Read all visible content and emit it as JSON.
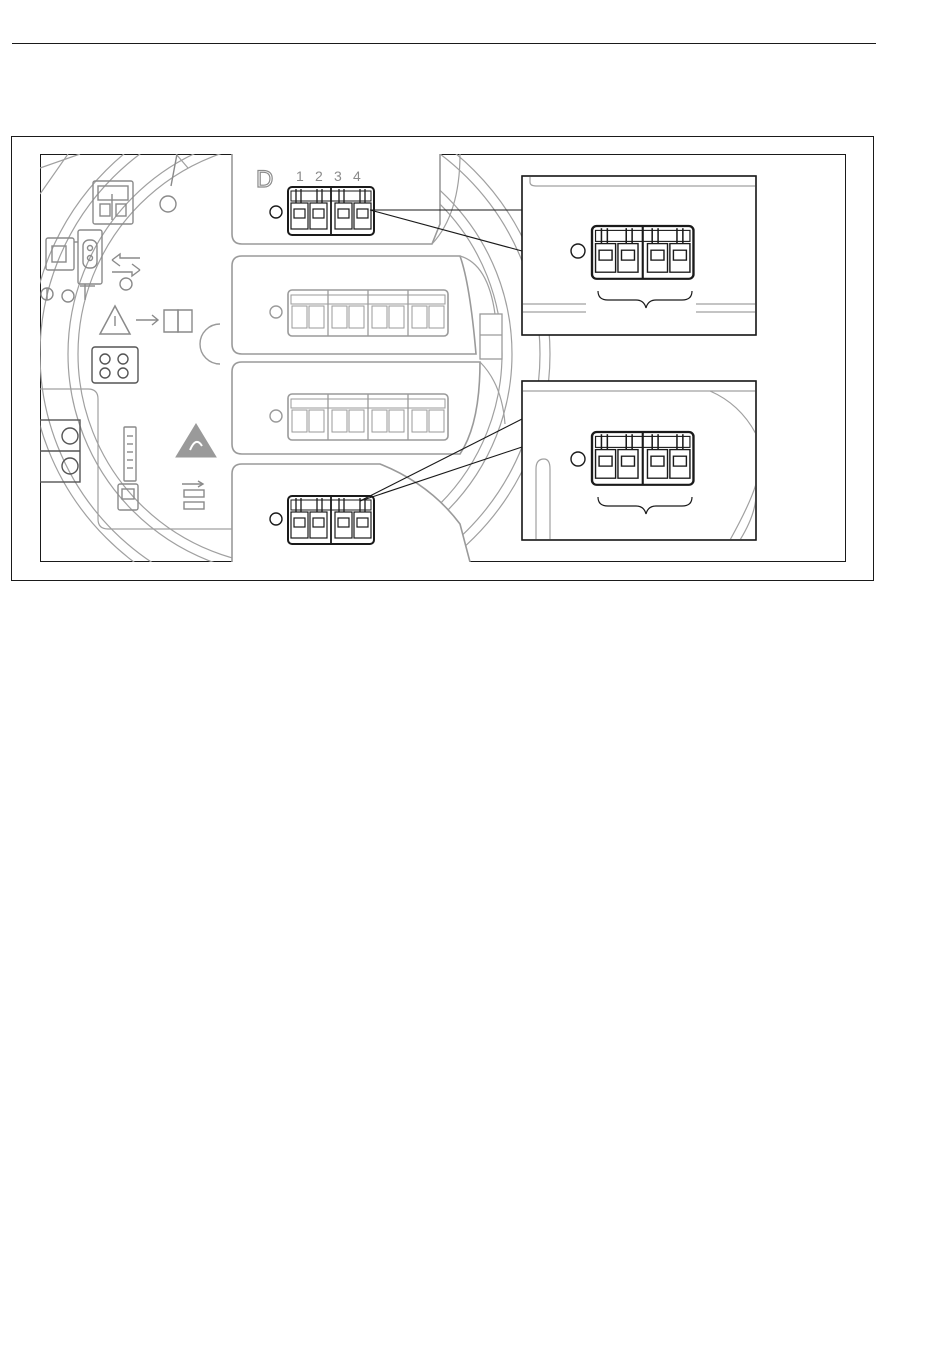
{
  "figure": {
    "slot_letter": "D",
    "slot_numbers": [
      "1",
      "2",
      "3",
      "4"
    ]
  }
}
